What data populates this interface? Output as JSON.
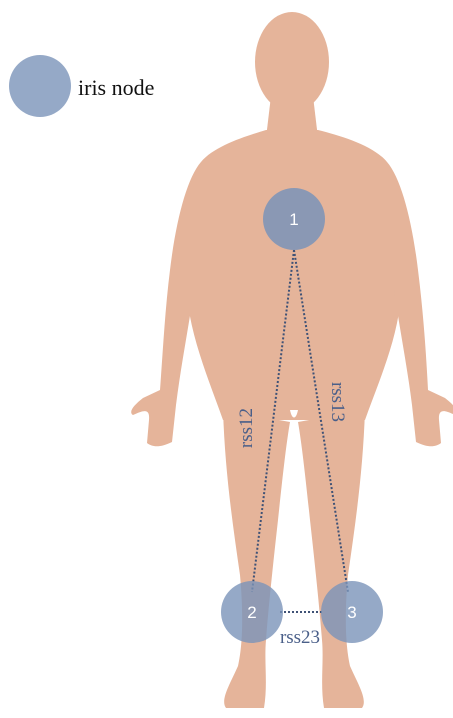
{
  "legend": {
    "label": "iris node"
  },
  "nodes": [
    {
      "id": "1",
      "label": "1"
    },
    {
      "id": "2",
      "label": "2"
    },
    {
      "id": "3",
      "label": "3"
    }
  ],
  "links": [
    {
      "label": "rss12",
      "from": "1",
      "to": "2"
    },
    {
      "label": "rss13",
      "from": "1",
      "to": "3"
    },
    {
      "label": "rss23",
      "from": "2",
      "to": "3"
    }
  ],
  "colors": {
    "skin": "#e5b49a",
    "node_fill": "#7a93b9",
    "link": "#3f5276",
    "label_text": "#4a5f89"
  }
}
